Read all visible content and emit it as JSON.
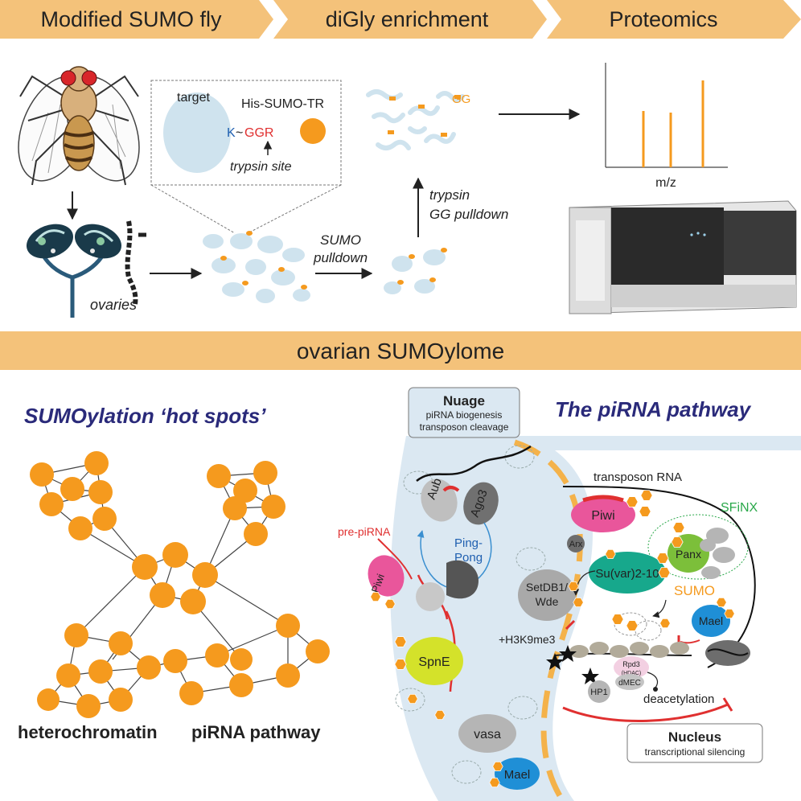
{
  "colors": {
    "band": "#f4c27a",
    "orange": "#f59a1e",
    "lightblue": "#cfe3ee",
    "navy": "#2a2a7a",
    "red": "#e03030",
    "blue_arrow": "#3a8fd0",
    "pink": "#e9569b",
    "teal": "#17a88c",
    "green": "#7cbf3a",
    "yellow_green": "#d4e22a",
    "gray": "#b5b5b5",
    "dark_gray": "#6d6d6d",
    "blue": "#1f8fd6",
    "sfinx_green": "#2aa84a"
  },
  "header": {
    "steps": [
      "Modified SUMO fly",
      "diGly enrichment",
      "Proteomics"
    ]
  },
  "workflow": {
    "ovaries": "ovaries",
    "target": "target",
    "his_sumo": "His-SUMO-TR",
    "k": "K",
    "tilde": "~",
    "ggr": "GGR",
    "trypsin_site": "trypsin site",
    "sumo_pulldown_line1": "SUMO",
    "sumo_pulldown_line2": "pulldown",
    "trypsin_line1": "trypsin",
    "trypsin_line2": "GG pulldown",
    "gg": "GG",
    "mz": "m/z"
  },
  "section_title": "ovarian SUMOylome",
  "network": {
    "title": "SUMOylation ‘hot spots’",
    "label_left": "heterochromatin",
    "label_right": "piRNA pathway"
  },
  "pathway": {
    "title": "The piRNA pathway",
    "nuage_title": "Nuage",
    "nuage_line1": "piRNA biogenesis",
    "nuage_line2": "transposon cleavage",
    "aub": "Aub",
    "ago3": "Ago3",
    "ping": "Ping-",
    "pong": "Pong",
    "pre_pirna": "pre-piRNA",
    "piwi_cyto": "Piwi",
    "spne": "SpnE",
    "vasa": "vasa",
    "mael_cyto": "Mael",
    "transposon_rna": "transposon RNA",
    "piwi_nuc": "Piwi",
    "arx": "Arx",
    "sfinx": "SFiNX",
    "panx": "Panx",
    "suvar": "Su(var)2-10",
    "sumo": "SUMO",
    "setdb1_line1": "SetDB1/",
    "setdb1_line2": "Wde",
    "mael_nuc": "Mael",
    "h3k9me3": "+H3K9me3",
    "rpd3": "Rpd3",
    "hdac": "(HDAC)",
    "dmec": "dMEC",
    "hp1": "HP1",
    "deacetylation": "deacetylation",
    "nucleus_title": "Nucleus",
    "nucleus_sub": "transcriptional silencing"
  }
}
